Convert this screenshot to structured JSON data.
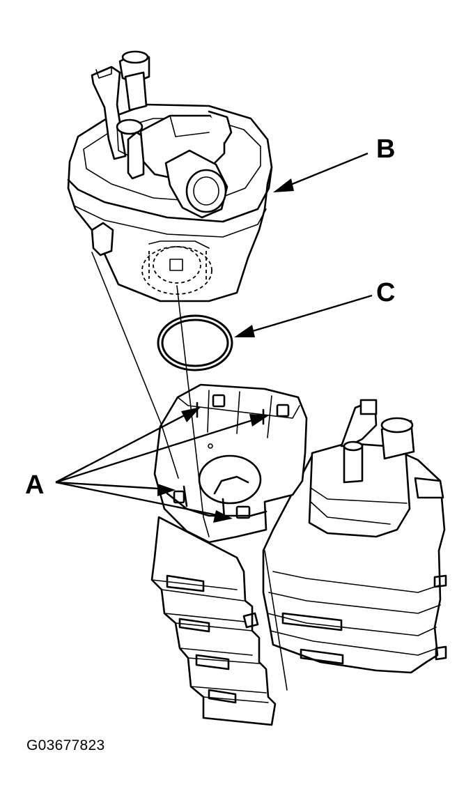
{
  "callouts": {
    "a": "A",
    "b": "B",
    "c": "C"
  },
  "figure_code": "G03677823"
}
